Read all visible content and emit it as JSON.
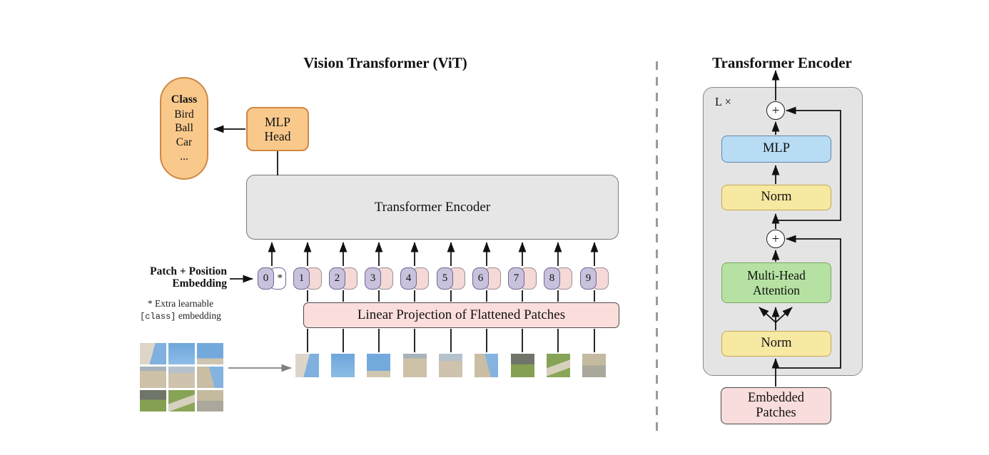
{
  "left": {
    "title": "Vision Transformer (ViT)",
    "class_box": {
      "title": "Class",
      "items": [
        "Bird",
        "Ball",
        "Car",
        "..."
      ]
    },
    "mlp_head": {
      "line1": "MLP",
      "line2": "Head"
    },
    "encoder_label": "Transformer Encoder",
    "embedding_label": {
      "line1": "Patch + Position",
      "line2": "Embedding"
    },
    "note": {
      "prefix": "* Extra learnable",
      "code": "[class]",
      "suffix": "embedding"
    },
    "projection_label": "Linear Projection of Flattened Patches",
    "class_token_star": "*",
    "tokens": [
      "0",
      "1",
      "2",
      "3",
      "4",
      "5",
      "6",
      "7",
      "8",
      "9"
    ],
    "patch_kinds": [
      "building-sky",
      "sky",
      "sky-building",
      "facade",
      "facade-roof",
      "building-sky",
      "arcade-green",
      "lawn-path",
      "building-ground"
    ]
  },
  "right": {
    "title": "Transformer Encoder",
    "loop_label": "L ×",
    "plus_top": "+",
    "plus_mid": "+",
    "mlp_label": "MLP",
    "norm_upper_label": "Norm",
    "norm_lower_label": "Norm",
    "mha": {
      "line1": "Multi-Head",
      "line2": "Attention"
    },
    "embedded": {
      "line1": "Embedded",
      "line2": "Patches"
    }
  },
  "colors": {
    "orange_fill": "#F9C98C",
    "orange_border": "#CF8840",
    "encoder_gray_fill": "#E6E6E6",
    "pink_fill": "#FBDEDC",
    "lavender_fill": "#C9C2DD",
    "lavender_border": "#6F6693",
    "blue_fill": "#B8DCF4",
    "yellow_fill": "#F7E8A2",
    "green_fill": "#B5E2A2",
    "container_gray_fill": "#E4E4E4"
  }
}
